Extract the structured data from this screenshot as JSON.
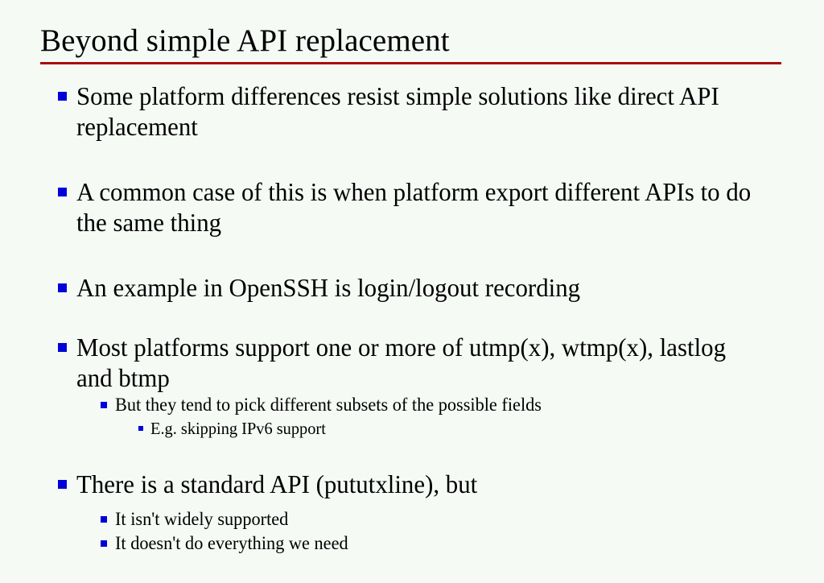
{
  "slide": {
    "title": "Beyond simple API replacement",
    "rule_color": "#a80d0d",
    "background_color": "#f5faf5",
    "text_color": "#000000",
    "bullet_color": "#0000d8",
    "bullets": [
      {
        "level": 1,
        "text": "Some platform differences resist simple solutions like direct API replacement"
      },
      {
        "level": 1,
        "text": "A common case of this is when platform export different APIs to do the same thing"
      },
      {
        "level": 1,
        "text": "An example in OpenSSH is login/logout recording"
      },
      {
        "level": 1,
        "text": "Most platforms support one or more of utmp(x), wtmp(x), lastlog and btmp"
      },
      {
        "level": 2,
        "text": "But they tend to pick different subsets of the possible fields"
      },
      {
        "level": 3,
        "text": "E.g. skipping IPv6 support"
      },
      {
        "level": 1,
        "text": "There is a standard API (pututxline), but"
      },
      {
        "level": 2,
        "text": "It isn't widely supported"
      },
      {
        "level": 2,
        "text": "It doesn't do everything we need"
      }
    ]
  }
}
